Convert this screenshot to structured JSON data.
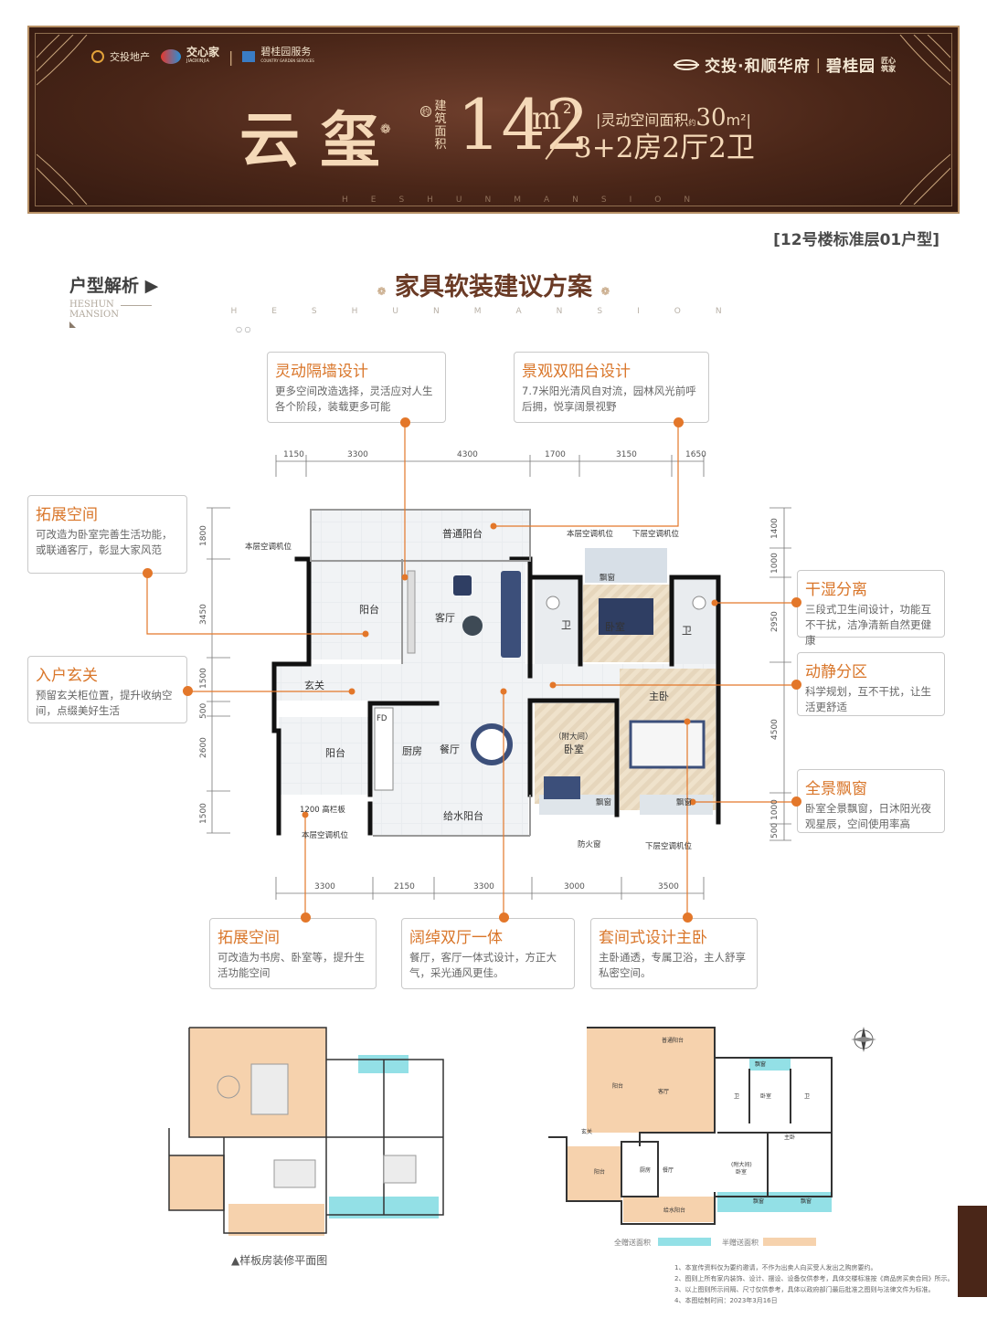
{
  "header": {
    "brand1": "交投地产",
    "brand2": "交心家",
    "brand2_sub": "JIAOXINJIA",
    "brand3": "碧桂园服务",
    "brand3_sub": "COUNTRY GARDEN SERVICES",
    "project": "交投·和顺华府",
    "partner": "碧桂园",
    "partner_tag": "匠心筑家",
    "unit_name": "云玺",
    "area_label": "建筑面积",
    "area_prefix": "约",
    "area_value": "142",
    "area_unit": "m",
    "area_sup": "2",
    "flex_label": "灵动空间面积",
    "flex_prefix": "约",
    "flex_value": "30",
    "flex_unit": "m²",
    "rooms": "3+2房2厅2卫",
    "english": "HESHUNMANSION"
  },
  "floor_tag": "[12号楼标准层01户型]",
  "section_left": {
    "title": "户型解析 ▶",
    "en1": "HESHUN",
    "en2": "MANSION"
  },
  "section_title": "家具软装建议方案",
  "section_title_en": "HESHUNMANSION",
  "callouts": {
    "c1": {
      "title": "灵动隔墙设计",
      "desc": "更多空间改造选择，灵活应对人生各个阶段，装载更多可能"
    },
    "c2": {
      "title": "景观双阳台设计",
      "desc": "7.7米阳光清风自对流，园林风光前呼后拥，悦享阔景视野"
    },
    "c3": {
      "title": "拓展空间",
      "desc": "可改造为卧室完善生活功能，或联通客厅，彰显大家风范"
    },
    "c4": {
      "title": "入户玄关",
      "desc": "预留玄关柜位置，提升收纳空间，点缀美好生活"
    },
    "c5": {
      "title": "干湿分离",
      "desc": "三段式卫生间设计，功能互不干扰，洁净清新自然更健康"
    },
    "c6": {
      "title": "动静分区",
      "desc": "科学规划，互不干扰，让生活更舒适"
    },
    "c7": {
      "title": "全景飘窗",
      "desc": "卧室全景飘窗，日沐阳光夜观星辰，空间使用率高"
    },
    "c8": {
      "title": "拓展空间",
      "desc": "可改造为书房、卧室等，提升生活功能空间"
    },
    "c9": {
      "title": "阔绰双厅一体",
      "desc": "餐厅，客厅一体式设计，方正大气，采光通风更佳。"
    },
    "c10": {
      "title": "套间式设计主卧",
      "desc": "主卧通透，专属卫浴，主人舒享私密空间。"
    }
  },
  "dims_top": [
    "1150",
    "3300",
    "4300",
    "1700",
    "3150",
    "1650"
  ],
  "dims_bottom": [
    "3300",
    "2150",
    "3300",
    "3000",
    "3500"
  ],
  "dims_left": [
    "1800",
    "3450",
    "1500",
    "500",
    "2600",
    "1500"
  ],
  "dims_right": [
    "1400",
    "1000",
    "2950",
    "4500",
    "1000",
    "500"
  ],
  "rooms": {
    "balcony_common": "普通阳台",
    "ac_left": "本层空调机位",
    "ac_top": "本层空调机位",
    "ac_lower": "下层空调机位",
    "balcony": "阳台",
    "living": "客厅",
    "bay1": "飘窗",
    "bedroom": "卧室",
    "wc1": "卫",
    "wc2": "卫",
    "entry": "玄关",
    "master": "主卧",
    "balcony2": "阳台",
    "kitchen": "厨房",
    "dining": "餐厅",
    "fd": "FD",
    "bedroom2_note": "（附大间）",
    "bedroom2": "卧室",
    "bay2": "飘窗",
    "bay3": "飘窗",
    "rail": "1200 高栏板",
    "ac_bottom": "本层空调机位",
    "water_balcony": "给水阳台",
    "firewin": "防火窗",
    "ac_bottom2": "下层空调机位"
  },
  "bottom": {
    "sample_caption": "▲样板房装修平面图",
    "legend_full": "全赠送面积",
    "legend_half": "半赠送面积",
    "mini_rooms": [
      "普通阳台",
      "阳台",
      "客厅",
      "飘窗",
      "卫",
      "卧室",
      "卫",
      "玄关",
      "主卧",
      "阳台",
      "厨房",
      "餐厅",
      "(附大间)",
      "卧室",
      "飘窗",
      "飘窗",
      "给水阳台"
    ],
    "notes": [
      "1、本宣传资料仅为要约邀请，不作为出卖人向买受人发出之购房要约。",
      "2、图则上所有家内装饰、设计、摆设、设备仅供参考，具体交楼标准按《商品房买卖合同》所示。",
      "3、以上图则所示间隔、尺寸仅供参考，具体以政府部门最后批准之图则与法律文件为标准。",
      "4、本图绘制时间：2023年3月16日"
    ]
  },
  "colors": {
    "accent": "#e3772a",
    "banner": "#4a2618",
    "gold": "#f5d9b8",
    "cyan": "#8fe0e6",
    "peach": "#f6c9a0"
  }
}
